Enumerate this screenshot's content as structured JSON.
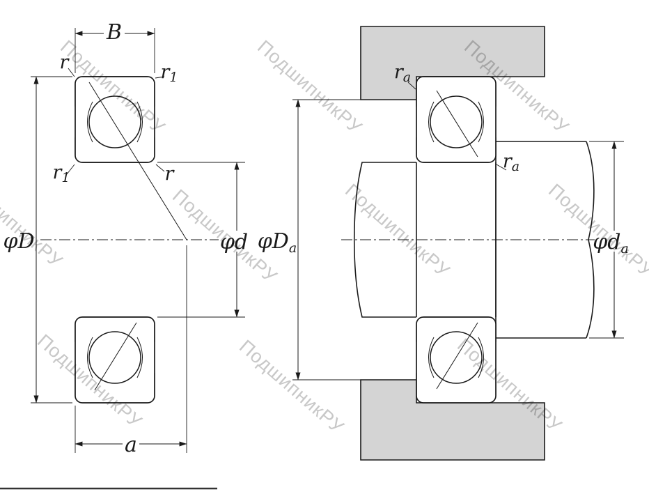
{
  "drawing": {
    "watermark": "ПодшипникРУ",
    "labels": {
      "B": "B",
      "r": "r",
      "r1_main": "r",
      "r1_sub": "1",
      "phiD": "φD",
      "phid": "φd",
      "a": "a",
      "ra_main": "r",
      "ra_sub": "a",
      "phiDa_main": "φD",
      "phiDa_sub": "a",
      "phida_main": "φd",
      "phida_sub": "a"
    },
    "colors": {
      "line": "#1a1a1a",
      "ring_fill": "#a6a6a6",
      "housing_fill": "#d4d4d4",
      "watermark": "#c8c8c8"
    }
  }
}
